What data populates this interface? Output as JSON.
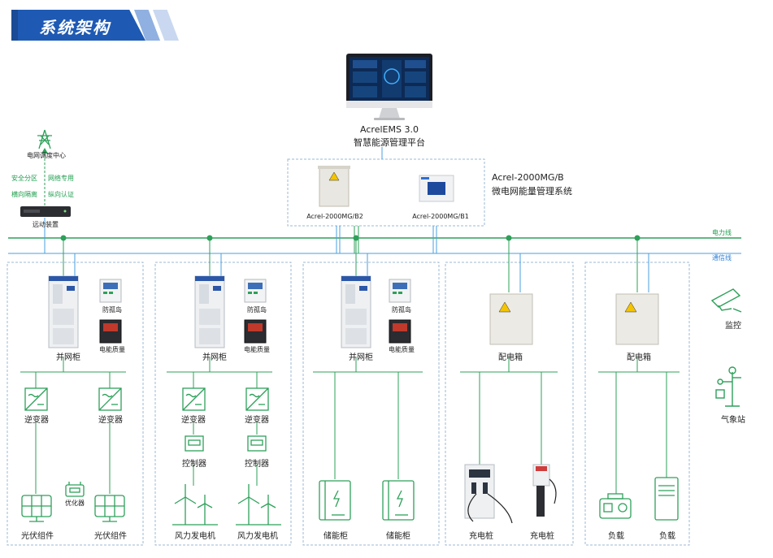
{
  "header": {
    "title": "系统架构"
  },
  "platform": {
    "name_line1": "AcrelEMS 3.0",
    "name_line2": "智慧能源管理平台"
  },
  "mgs": {
    "title_line1": "Acrel-2000MG/B",
    "title_line2": "微电网能量管理系统",
    "b2_label": "Acrel-2000MG/B2",
    "b1_label": "Acrel-2000MG/B1"
  },
  "dispatch": {
    "center": "电网调度中心",
    "tag1": "安全分区",
    "tag2": "网络专用",
    "tag3": "横向隔离",
    "tag4": "纵向认证",
    "device": "远动装置"
  },
  "lines": {
    "power": "电力线",
    "comm": "通信线"
  },
  "side": {
    "monitor": "监控",
    "weather": "气象站"
  },
  "sections": [
    {
      "cabinet": "并网柜",
      "dev1": "防孤岛",
      "dev2": "电能质量",
      "left_mid": "逆变器",
      "right_mid": "逆变器",
      "left_bottom": "光伏组件",
      "right_bottom": "光伏组件",
      "extra": "优化器"
    },
    {
      "cabinet": "并网柜",
      "dev1": "防孤岛",
      "dev2": "电能质量",
      "left_mid": "逆变器",
      "right_mid": "逆变器",
      "left_ctrl": "控制器",
      "right_ctrl": "控制器",
      "left_bottom": "风力发电机",
      "right_bottom": "风力发电机"
    },
    {
      "cabinet": "并网柜",
      "dev1": "防孤岛",
      "dev2": "电能质量",
      "left_bottom": "储能柜",
      "right_bottom": "储能柜"
    },
    {
      "cabinet": "配电箱",
      "left_bottom": "充电桩",
      "right_bottom": "充电桩"
    },
    {
      "cabinet": "配电箱",
      "left_bottom": "负载",
      "right_bottom": "负载"
    }
  ],
  "colors": {
    "accent": "#1e5ab4",
    "power_line": "#2ea05a",
    "comm_line": "#4a9fe0"
  }
}
